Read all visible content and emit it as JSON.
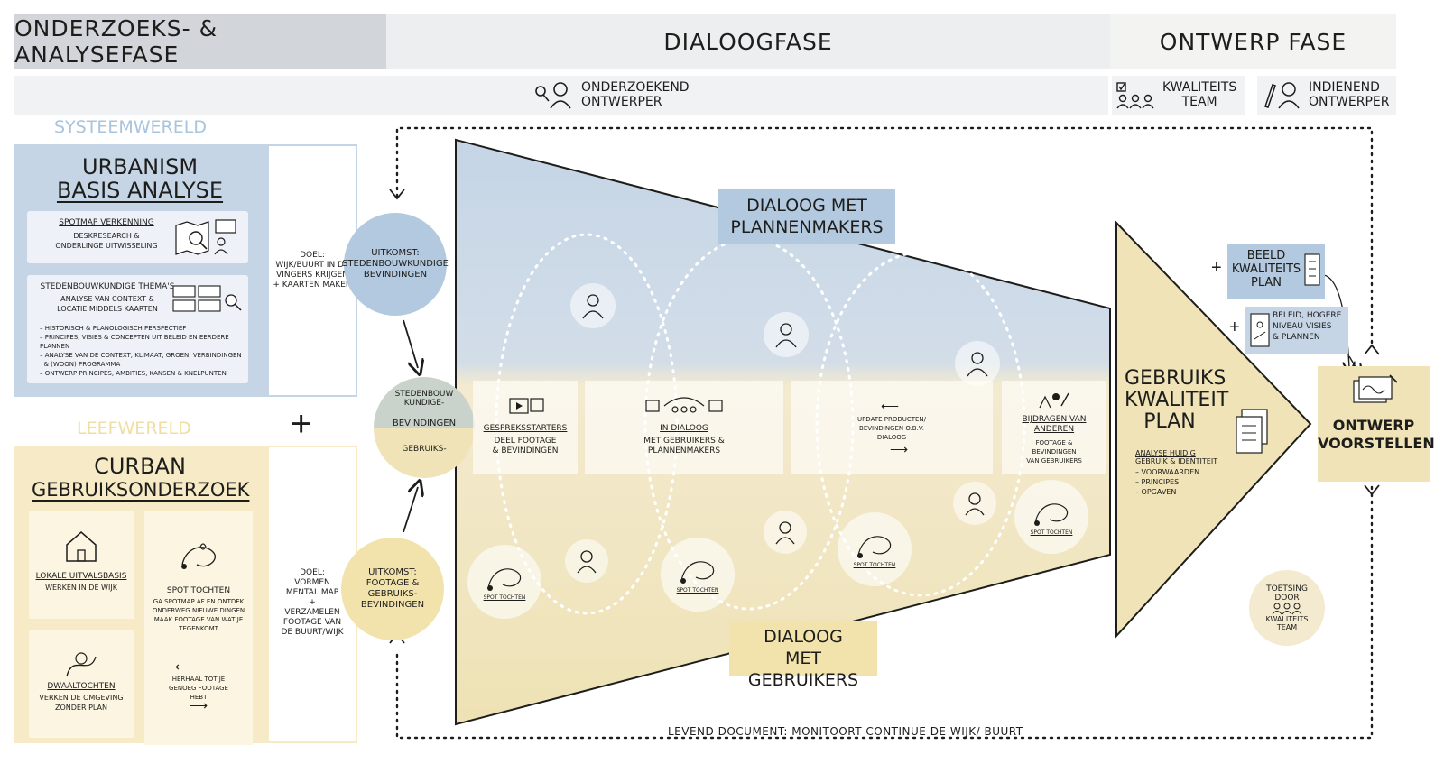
{
  "phases": {
    "research": "ONDERZOEKS- & ANALYSEFASE",
    "dialog": "DIALOOGFASE",
    "design": "ONTWERP FASE"
  },
  "roles": {
    "researching_designer": "ONDERZOEKEND\nONTWERPER",
    "quality_team": "KWALITEITS\nTEAM",
    "submitting_designer": "INDIENEND\nONTWERPER"
  },
  "system_world": {
    "label": "SYSTEEMWERELD",
    "title_line1": "URBANISM",
    "title_line2": "BASIS ANALYSE",
    "card1": {
      "title": "SPOTMAP VERKENNING",
      "sub": "DESKRESEARCH &\nONDERLINGE UITWISSELING"
    },
    "card2": {
      "title": "STEDENBOUWKUNDIGE THEMA'S",
      "sub": "ANALYSE VAN CONTEXT &\nLOCATIE MIDDELS KAARTEN"
    },
    "bullets": [
      "HISTORISCH & PLANOLOGISCH PERSPECTIEF",
      "PRINCIPES, VISIES & CONCEPTEN UIT BELEID EN EERDERE PLANNEN",
      "ANALYSE VAN DE CONTEXT, KLIMAAT, GROEN, VERBINDINGEN",
      "& (WOON) PROGRAMMA",
      "ONTWERP PRINCIPES, AMBITIES, KANSEN & KNELPUNTEN"
    ],
    "goal": "DOEL:\nWIJK/BUURT IN DE\nVINGERS KRIJGEN\n+ KAARTEN MAKEN"
  },
  "life_world": {
    "label": "LEEFWERELD",
    "title_line1": "CURBAN",
    "title_line2": "GEBRUIKSONDERZOEK",
    "card_base": {
      "title": "LOKALE UITVALSBASIS",
      "sub": "WERKEN IN DE WIJK"
    },
    "card_spot": {
      "title": "SPOT TOCHTEN",
      "sub": "GA SPOTMAP AF EN ONTDEK\nONDERWEG NIEUWE DINGEN\nMAAK FOOTAGE VAN WAT JE\nTEGENKOMT"
    },
    "card_wander": {
      "title": "DWAALTOCHTEN",
      "sub": "VERKEN DE OMGEVING\nZONDER PLAN"
    },
    "repeat": "HERHAAL TOT JE\nGENOEG FOOTAGE\nHEBT",
    "goal": "DOEL:\nVORMEN\nMENTAL MAP\n+\nVERZAMELEN\nFOOTAGE VAN\nDE BUURT/WIJK"
  },
  "plus": "+",
  "outcomes": {
    "urban": "UITKOMST:\nSTEDENBOUWKUNDIGE\nBEVINDINGEN",
    "usage": "UITKOMST:\nFOOTAGE &\nGEBRUIKS-\nBEVINDINGEN",
    "merged_top": "STEDENBOUW\nKUNDIGE-",
    "merged_mid": "BEVINDINGEN",
    "merged_bot": "GEBRUIKS-"
  },
  "dialog": {
    "planners": "DIALOOG MET\nPLANNENMAKERS",
    "users": "DIALOOG\nMET GEBRUIKERS",
    "steps": [
      {
        "title": "GESPREKSSTARTERS",
        "sub": "DEEL FOOTAGE\n& BEVINDINGEN"
      },
      {
        "title": "IN DIALOOG",
        "sub": "MET GEBRUIKERS &\nPLANNENMAKERS"
      },
      {
        "title": "UPDATE PRODUCTEN/\nBEVINDINGEN O.B.V.\nDIALOOG",
        "sub": ""
      },
      {
        "title": "BIJDRAGEN VAN\nANDEREN",
        "sub": "FOOTAGE &\nBEVINDINGEN\nVAN GEBRUIKERS"
      }
    ],
    "spot_tours": "SPOT TOCHTEN"
  },
  "plan": {
    "title": "GEBRUIKS\nKWALITEIT\nPLAN",
    "sub_title": "ANALYSE HUIDIG\nGEBRUIK & IDENTITEIT",
    "items": [
      "VOORWAARDEN",
      "PRINCIPES",
      "OPGAVEN"
    ]
  },
  "design": {
    "image_quality": "BEELD\nKWALITEITS\nPLAN",
    "policy": "BELEID, HOGERE\nNIVEAU VISIES\n& PLANNEN",
    "proposals": "ONTWERP\nVOORSTELLEN",
    "review": "TOETSING\nDOOR",
    "review_team": "KWALITEITS\nTEAM"
  },
  "footer": "LEVEND DOCUMENT: MONITOORT CONTINUE DE WIJK/ BUURT",
  "colors": {
    "blue": "#c5d5e6",
    "blue_dark": "#b3c9df",
    "yellow": "#f6ebc6",
    "gray_header": "#d2d5d9",
    "light_header": "#eceef0"
  }
}
